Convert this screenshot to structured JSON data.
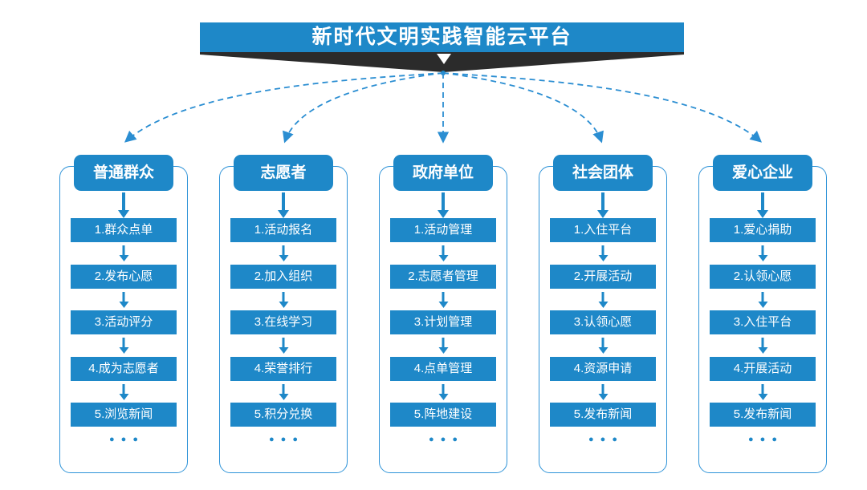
{
  "banner": {
    "title": "新时代文明实践智能云平台"
  },
  "colors": {
    "primary_blue": "#1e88c8",
    "dashed_connector": "#2b8ed2",
    "ribbon_dark": "#2b2b2b",
    "background": "#ffffff",
    "text_on_blue": "#ffffff"
  },
  "ellipsis": "●●●",
  "columns": [
    {
      "title": "普通群众",
      "steps": [
        "1.群众点单",
        "2.发布心愿",
        "3.活动评分",
        "4.成为志愿者",
        "5.浏览新闻"
      ]
    },
    {
      "title": "志愿者",
      "steps": [
        "1.活动报名",
        "2.加入组织",
        "3.在线学习",
        "4.荣誉排行",
        "5.积分兑换"
      ]
    },
    {
      "title": "政府单位",
      "steps": [
        "1.活动管理",
        "2.志愿者管理",
        "3.计划管理",
        "4.点单管理",
        "5.阵地建设"
      ]
    },
    {
      "title": "社会团体",
      "steps": [
        "1.入住平台",
        "2.开展活动",
        "3.认领心愿",
        "4.资源申请",
        "5.发布新闻"
      ]
    },
    {
      "title": "爱心企业",
      "steps": [
        "1.爱心捐助",
        "2.认领心愿",
        "3.入住平台",
        "4.开展活动",
        "5.发布新闻"
      ]
    }
  ]
}
